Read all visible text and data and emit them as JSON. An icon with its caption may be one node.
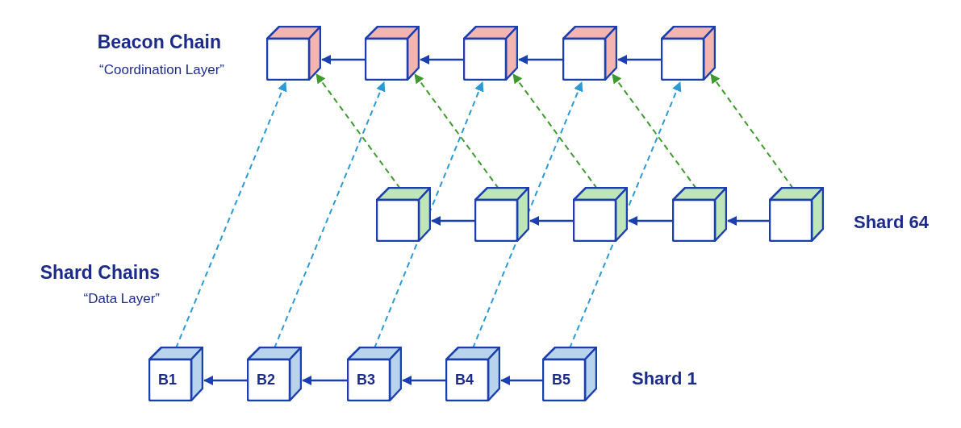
{
  "diagram": {
    "nodes": [
      {
        "text": [],
        "shape": "cube"
      },
      {
        "text": [],
        "shape": "cube"
      },
      {
        "text": [],
        "shape": "cube"
      },
      {
        "text": [],
        "shape": "cube"
      },
      {
        "text": [],
        "shape": "cube"
      },
      {
        "text": [],
        "shape": "cube"
      },
      {
        "text": [],
        "shape": "cube"
      },
      {
        "text": [],
        "shape": "cube"
      },
      {
        "text": [],
        "shape": "cube"
      },
      {
        "text": [],
        "shape": "cube"
      },
      {
        "text": [
          "B1"
        ]
      },
      {
        "text": [
          "B2"
        ]
      },
      {
        "text": [
          "B3"
        ]
      },
      {
        "text": [
          "B4"
        ]
      },
      {
        "text": [
          "B5"
        ]
      }
    ],
    "edges": [
      {
        "from": 1,
        "to": 0,
        "arrow": "to"
      },
      {
        "from": 2,
        "to": 1,
        "arrow": "to"
      },
      {
        "from": 3,
        "to": 2,
        "arrow": "to"
      },
      {
        "from": 4,
        "to": 3,
        "arrow": "to"
      },
      {
        "from": 6,
        "to": 5,
        "arrow": "to"
      },
      {
        "from": 7,
        "to": 6,
        "arrow": "to"
      },
      {
        "from": 8,
        "to": 7,
        "arrow": "to"
      },
      {
        "from": 9,
        "to": 8,
        "arrow": "to"
      },
      {
        "from": 11,
        "to": 10,
        "arrow": "to"
      },
      {
        "from": 12,
        "to": 11,
        "arrow": "to"
      },
      {
        "from": 13,
        "to": 12,
        "arrow": "to"
      },
      {
        "from": 14,
        "to": 13,
        "arrow": "to"
      },
      {
        "from": 10,
        "to": 0,
        "arrow": "to",
        "style": "dashed",
        "color": "#2b9ad6"
      },
      {
        "from": 11,
        "to": 1,
        "arrow": "to",
        "style": "dashed",
        "color": "#2b9ad6"
      },
      {
        "from": 12,
        "to": 2,
        "arrow": "to",
        "style": "dashed",
        "color": "#2b9ad6"
      },
      {
        "from": 13,
        "to": 3,
        "arrow": "to",
        "style": "dashed",
        "color": "#2b9ad6"
      },
      {
        "from": 14,
        "to": 4,
        "arrow": "to",
        "style": "dashed",
        "color": "#2b9ad6"
      },
      {
        "from": 5,
        "to": 0,
        "arrow": "to",
        "style": "dashed",
        "color": "#3f9a2e"
      },
      {
        "from": 6,
        "to": 1,
        "arrow": "to",
        "style": "dashed",
        "color": "#3f9a2e"
      },
      {
        "from": 7,
        "to": 2,
        "arrow": "to",
        "style": "dashed",
        "color": "#3f9a2e"
      },
      {
        "from": 8,
        "to": 3,
        "arrow": "to",
        "style": "dashed",
        "color": "#3f9a2e"
      },
      {
        "from": 9,
        "to": 4,
        "arrow": "to",
        "style": "dashed",
        "color": "#3f9a2e"
      }
    ],
    "labels": [
      "Beacon Chain",
      "“Coordination Layer”",
      "Shard Chains",
      "“Data Layer”",
      "Shard 64",
      "Shard 1"
    ]
  }
}
